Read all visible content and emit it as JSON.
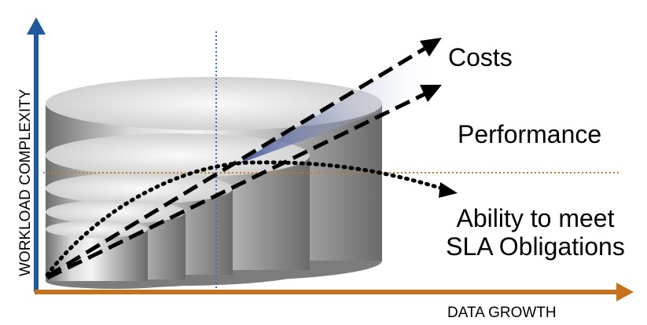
{
  "labels": {
    "y_axis": "WORKLOAD COMPLEXITY",
    "x_axis": "DATA GROWTH",
    "costs": "Costs",
    "performance": "Performance",
    "sla_line1": "Ability to meet",
    "sla_line2": "SLA Obligations"
  },
  "colors": {
    "y_axis": "#1f5aa0",
    "x_axis": "#c8701a",
    "horizontal_guide": "#d07a20",
    "vertical_guide": "#3a6fb0",
    "cylinder_shade": "#8a8a8a",
    "wedge_fill": "#2a3f8f"
  },
  "series": [
    {
      "name": "Costs",
      "style": "dashed"
    },
    {
      "name": "Performance",
      "style": "dashed"
    },
    {
      "name": "Ability to meet SLA Obligations",
      "style": "dotted"
    }
  ],
  "cylinder_count": 5
}
